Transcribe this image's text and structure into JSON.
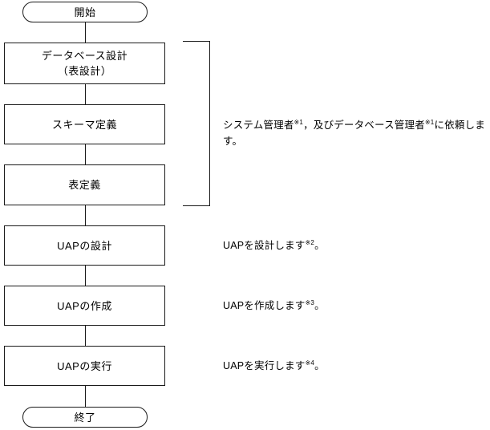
{
  "diagram": {
    "title": "UAP development flow",
    "nodes": [
      {
        "id": "start",
        "shape": "terminal",
        "lines": [
          "開始"
        ]
      },
      {
        "id": "db-design",
        "shape": "process",
        "lines": [
          "データベース設計",
          "（表設計）"
        ]
      },
      {
        "id": "schema-def",
        "shape": "process",
        "lines": [
          "スキーマ定義"
        ]
      },
      {
        "id": "table-def",
        "shape": "process",
        "lines": [
          "表定義"
        ]
      },
      {
        "id": "uap-design",
        "shape": "process",
        "lines": [
          "UAPの設計"
        ]
      },
      {
        "id": "uap-create",
        "shape": "process",
        "lines": [
          "UAPの作成"
        ]
      },
      {
        "id": "uap-execute",
        "shape": "process",
        "lines": [
          "UAPの実行"
        ]
      },
      {
        "id": "end",
        "shape": "terminal",
        "lines": [
          "終了"
        ]
      }
    ],
    "annotations": [
      {
        "id": "admin-note",
        "groups": [
          "db-design",
          "schema-def",
          "table-def"
        ],
        "parts": [
          {
            "t": "システム管理者"
          },
          {
            "sup": "※1"
          },
          {
            "t": "，及びデータベース管理者"
          },
          {
            "sup": "※1"
          },
          {
            "t": "に依頼します。"
          }
        ]
      },
      {
        "id": "uap-design-note",
        "groups": [
          "uap-design"
        ],
        "parts": [
          {
            "t": "UAPを設計します"
          },
          {
            "sup": "※2"
          },
          {
            "t": "。"
          }
        ]
      },
      {
        "id": "uap-create-note",
        "groups": [
          "uap-create"
        ],
        "parts": [
          {
            "t": "UAPを作成します"
          },
          {
            "sup": "※3"
          },
          {
            "t": "。"
          }
        ]
      },
      {
        "id": "uap-execute-note",
        "groups": [
          "uap-execute"
        ],
        "parts": [
          {
            "t": "UAPを実行します"
          },
          {
            "sup": "※4"
          },
          {
            "t": "。"
          }
        ]
      }
    ],
    "colors": {
      "stroke": "#1a1a1a",
      "fill": "#ffffff",
      "text": "#000000"
    }
  }
}
